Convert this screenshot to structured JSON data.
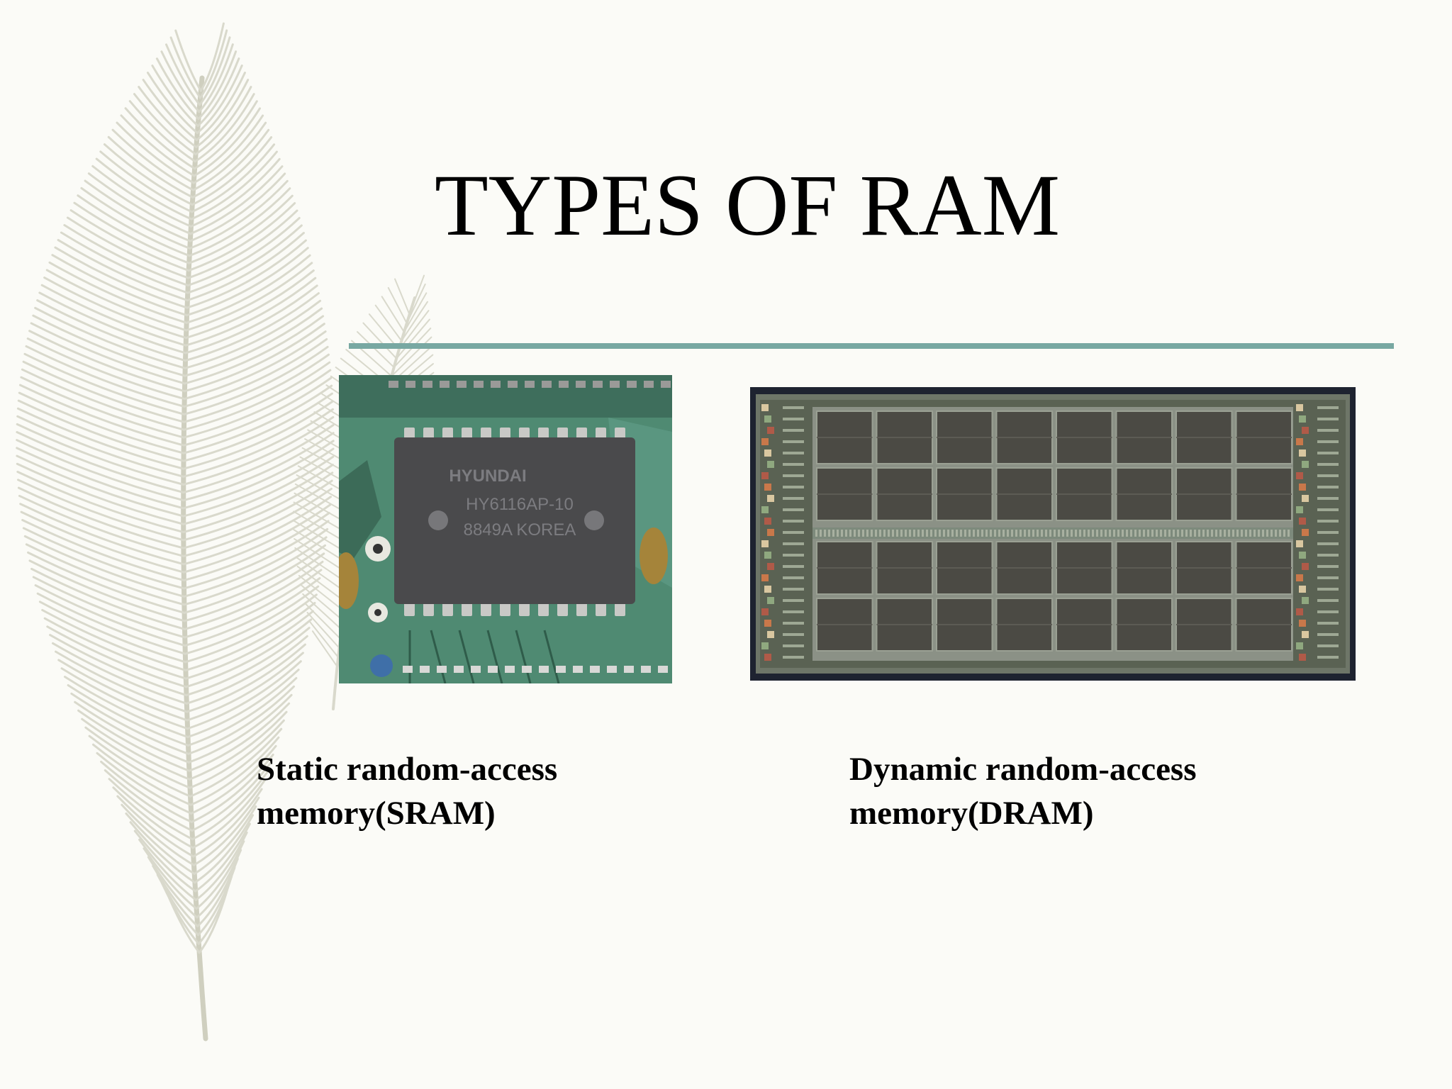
{
  "slide": {
    "title": "TYPES OF RAM",
    "accent_color": "#78a8a2",
    "background_color": "#fbfbf7"
  },
  "figures": [
    {
      "kind": "photo",
      "chip_marking": [
        "HYUNDAI",
        "HY6116AP-10",
        "8849A KOREA"
      ],
      "caption_lines": [
        "Static random-access",
        "memory(SRAM)"
      ]
    },
    {
      "kind": "photo",
      "caption_lines": [
        "Dynamic random-access",
        "memory(DRAM)"
      ]
    }
  ],
  "decoration": {
    "icon": "feather-icon"
  }
}
